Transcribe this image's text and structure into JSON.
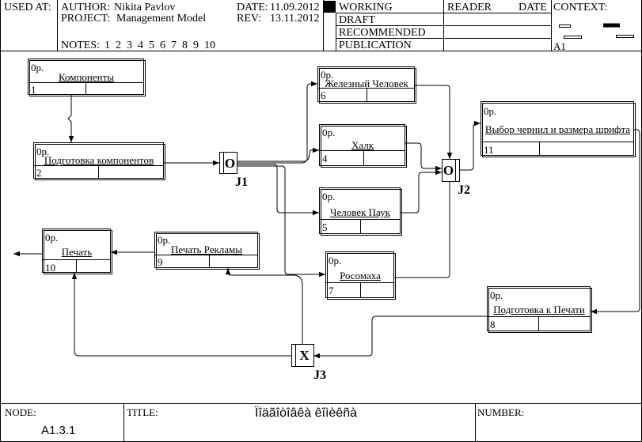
{
  "header": {
    "used_at": "USED AT:",
    "author_label": "AUTHOR:",
    "author_value": "Nikita Pavlov",
    "project_label": "PROJECT:",
    "project_value": "Management Model",
    "notes_label": "NOTES:",
    "notes_numbers": [
      "1",
      "2",
      "3",
      "4",
      "5",
      "6",
      "7",
      "8",
      "9",
      "10"
    ],
    "date_label": "DATE:",
    "date_value": "11.09.2012",
    "rev_label": "REV:",
    "rev_value": "13.11.2012",
    "status": [
      "WORKING",
      "DRAFT",
      "RECOMMENDED",
      "PUBLICATION"
    ],
    "reader": "READER",
    "date_col": "DATE",
    "context": "CONTEXT:",
    "context_node": "A1"
  },
  "boxes": [
    {
      "cost": "0р.",
      "label": "Компоненты",
      "num": "1"
    },
    {
      "cost": "0р.",
      "label": "Подготовка компонентов",
      "num": "2"
    },
    {
      "cost": "0р.",
      "label": "Халк",
      "num": "4"
    },
    {
      "cost": "0р.",
      "label": "Человек Паук",
      "num": "5"
    },
    {
      "cost": "0р.",
      "label": "Железный Человек",
      "num": "6"
    },
    {
      "cost": "0р.",
      "label": "Росомаха",
      "num": "7"
    },
    {
      "cost": "0р.",
      "label": "Подготовка к Печати",
      "num": "8"
    },
    {
      "cost": "0р.",
      "label": "Печать Рекламы",
      "num": "9"
    },
    {
      "cost": "0р.",
      "label": "Печать",
      "num": "10"
    },
    {
      "cost": "0р.",
      "label": "Выбор чернил и размера шрифта",
      "num": "11"
    }
  ],
  "junctions": [
    {
      "symbol": "O",
      "name": "J1"
    },
    {
      "symbol": "O",
      "name": "J2"
    },
    {
      "symbol": "X",
      "name": "J3"
    }
  ],
  "footer": {
    "node_label": "NODE:",
    "node_value": "A1.3.1",
    "title_label": "TITLE:",
    "title_value": "Ïîäãîòîâêà êîìèêñà",
    "number_label": "NUMBER:"
  }
}
